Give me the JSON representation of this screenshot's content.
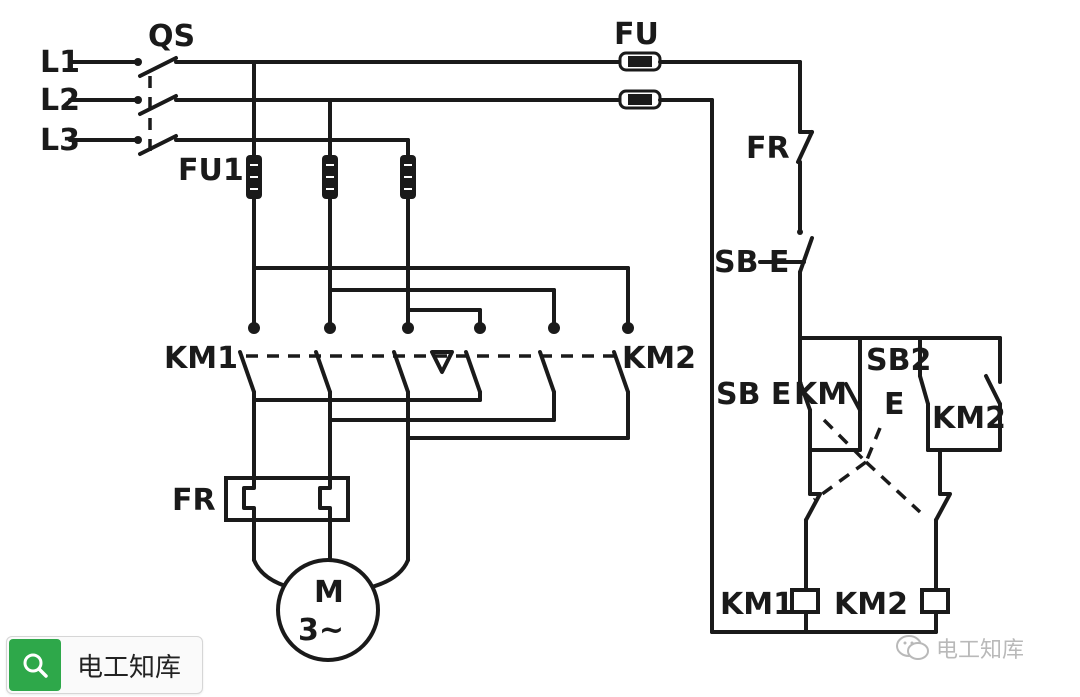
{
  "diagram": {
    "labels": {
      "l1": "L1",
      "l2": "L2",
      "l3": "L3",
      "qs": "QS",
      "fu": "FU",
      "fu1": "FU1",
      "fr_ctrl": "FR",
      "sb_e_top": "SB E",
      "km1_main": "KM1",
      "km2_main": "KM2",
      "fr_main": "FR",
      "motor_m": "M",
      "motor_phase": "3~",
      "sb_e_left": "SB E",
      "km_mid": "KM",
      "sb2": "SB2",
      "e_right": "E",
      "km2_ctrl": "KM2",
      "km1_coil": "KM1",
      "km2_coil": "KM2"
    }
  },
  "search": {
    "text": "电工知库",
    "icon": "search-icon",
    "accent": "#2ea84a"
  },
  "watermark": {
    "text": "电工知库",
    "icon": "wechat-icon"
  }
}
